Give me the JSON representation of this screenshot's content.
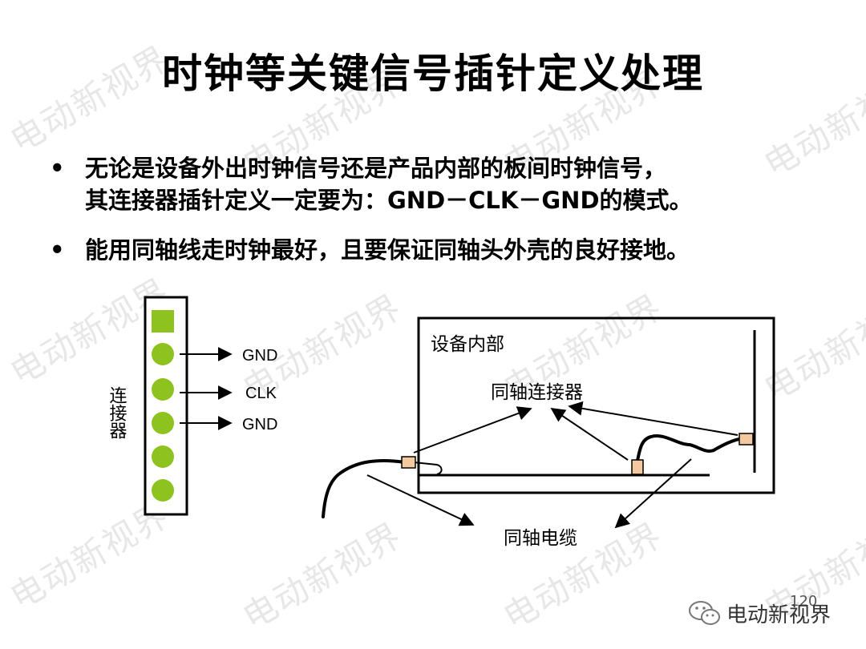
{
  "slide": {
    "title": "时钟等关键信号插针定义处理",
    "bullets": [
      {
        "lines": [
          "无论是设备外出时钟信号还是产品内部的板间时钟信号，",
          "其连接器插针定义一定要为：GND－CLK－GND的模式。"
        ]
      },
      {
        "lines": [
          "能用同轴线走时钟最好，且要保证同轴头外壳的良好接地。"
        ]
      }
    ],
    "page_number": "120"
  },
  "connector": {
    "label": "连接器",
    "pins": [
      {
        "shape": "square",
        "signal": ""
      },
      {
        "shape": "circle",
        "signal": "GND"
      },
      {
        "shape": "circle",
        "signal": "CLK"
      },
      {
        "shape": "circle",
        "signal": "GND"
      },
      {
        "shape": "circle",
        "signal": ""
      },
      {
        "shape": "circle",
        "signal": ""
      }
    ],
    "pin_color": "#8DC21F"
  },
  "device_diagram": {
    "box_label": "设备内部",
    "connector_label": "同轴连接器",
    "cable_label": "同轴电缆",
    "connector_color": "#F5C9A0"
  },
  "watermark": {
    "text": "电动新视界"
  },
  "footer": {
    "logo_text": "电动新视界",
    "icon": "wechat-chat-icon"
  }
}
